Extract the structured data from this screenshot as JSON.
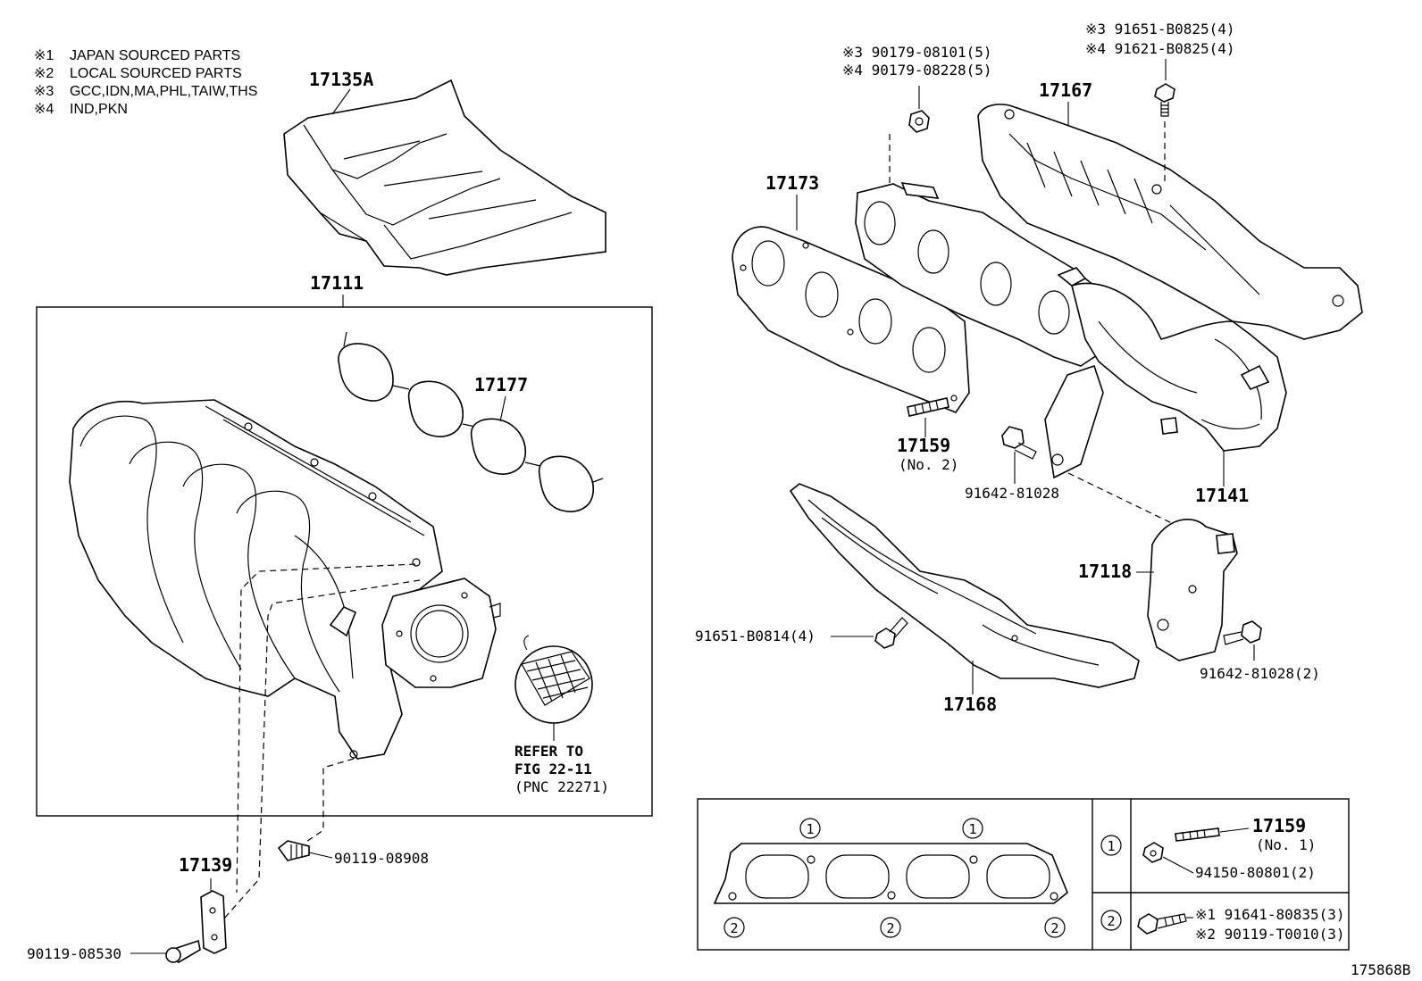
{
  "notes": [
    {
      "mark": "※1",
      "text": "JAPAN SOURCED PARTS"
    },
    {
      "mark": "※2",
      "text": "LOCAL SOURCED PARTS"
    },
    {
      "mark": "※3",
      "text": "GCC,IDN,MA,PHL,TAIW,THS"
    },
    {
      "mark": "※4",
      "text": "IND,PKN"
    }
  ],
  "parts": {
    "p17135A": "17135A",
    "p17111": "17111",
    "p17177": "17177",
    "p17139": "17139",
    "p90119_08908": "90119-08908",
    "p90119_08530": "90119-08530",
    "refer_line1": "REFER TO",
    "refer_line2": "FIG 22-11",
    "refer_line3": "(PNC 22271)",
    "p17173": "17173",
    "p17167": "17167",
    "p17159": "17159",
    "p17159_sub": "(No. 2)",
    "p91642_81028": "91642-81028",
    "p17141": "17141",
    "p17118": "17118",
    "p91651_B0814": "91651-B0814(4)",
    "p17168": "17168",
    "p91642_81028_2": "91642-81028(2)",
    "nut_line1": "※3 90179-08101(5)",
    "nut_line2": "※4 90179-08228(5)",
    "bolt_line1": "※3 91651-B0825(4)",
    "bolt_line2": "※4 91621-B0825(4)"
  },
  "inset": {
    "circle1": "1",
    "circle2": "2",
    "stud_pn": "17159",
    "stud_sub": "(No. 1)",
    "nut_pn": "94150-80801(2)",
    "bolt_line1": "※1 91641-80835(3)",
    "bolt_line2": "※2 90119-T0010(3)"
  },
  "figure_id": "175868B"
}
